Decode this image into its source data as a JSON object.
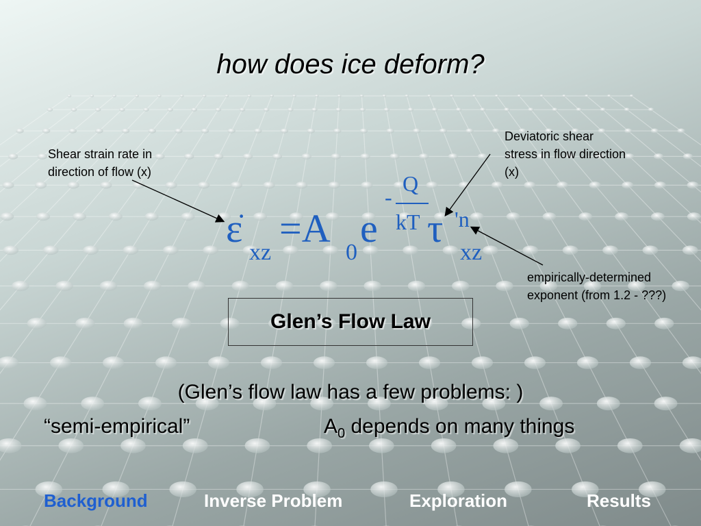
{
  "slide": {
    "title": "how does ice deform?",
    "annotations": {
      "strain_rate": "Shear strain rate in direction of flow (x)",
      "stress": "Deviatoric shear stress in flow direction (x)",
      "exponent": "empirically-determined exponent (from 1.2 - ???)"
    },
    "equation": {
      "epsilon": "ε",
      "eps_sub": "xz",
      "equals_A": "=A",
      "A_sub": "0",
      "e": "e",
      "exp_minus": "-",
      "exp_num": "Q",
      "exp_den": "kT",
      "tau": "τ",
      "tau_sup": "'n",
      "tau_sub": "xz"
    },
    "box_label": "Glen’s Flow Law",
    "problems_line": "(Glen’s flow law has a few problems: )",
    "semi_empirical": "“semi-empirical”",
    "a0_prefix": "A",
    "a0_sub": "0",
    "a0_rest": " depends on many things"
  },
  "nav": {
    "items": [
      "Background",
      "Inverse Problem",
      "Exploration",
      "Results"
    ],
    "active_color": "#1f5fd0",
    "inactive_color": "#ffffff"
  }
}
